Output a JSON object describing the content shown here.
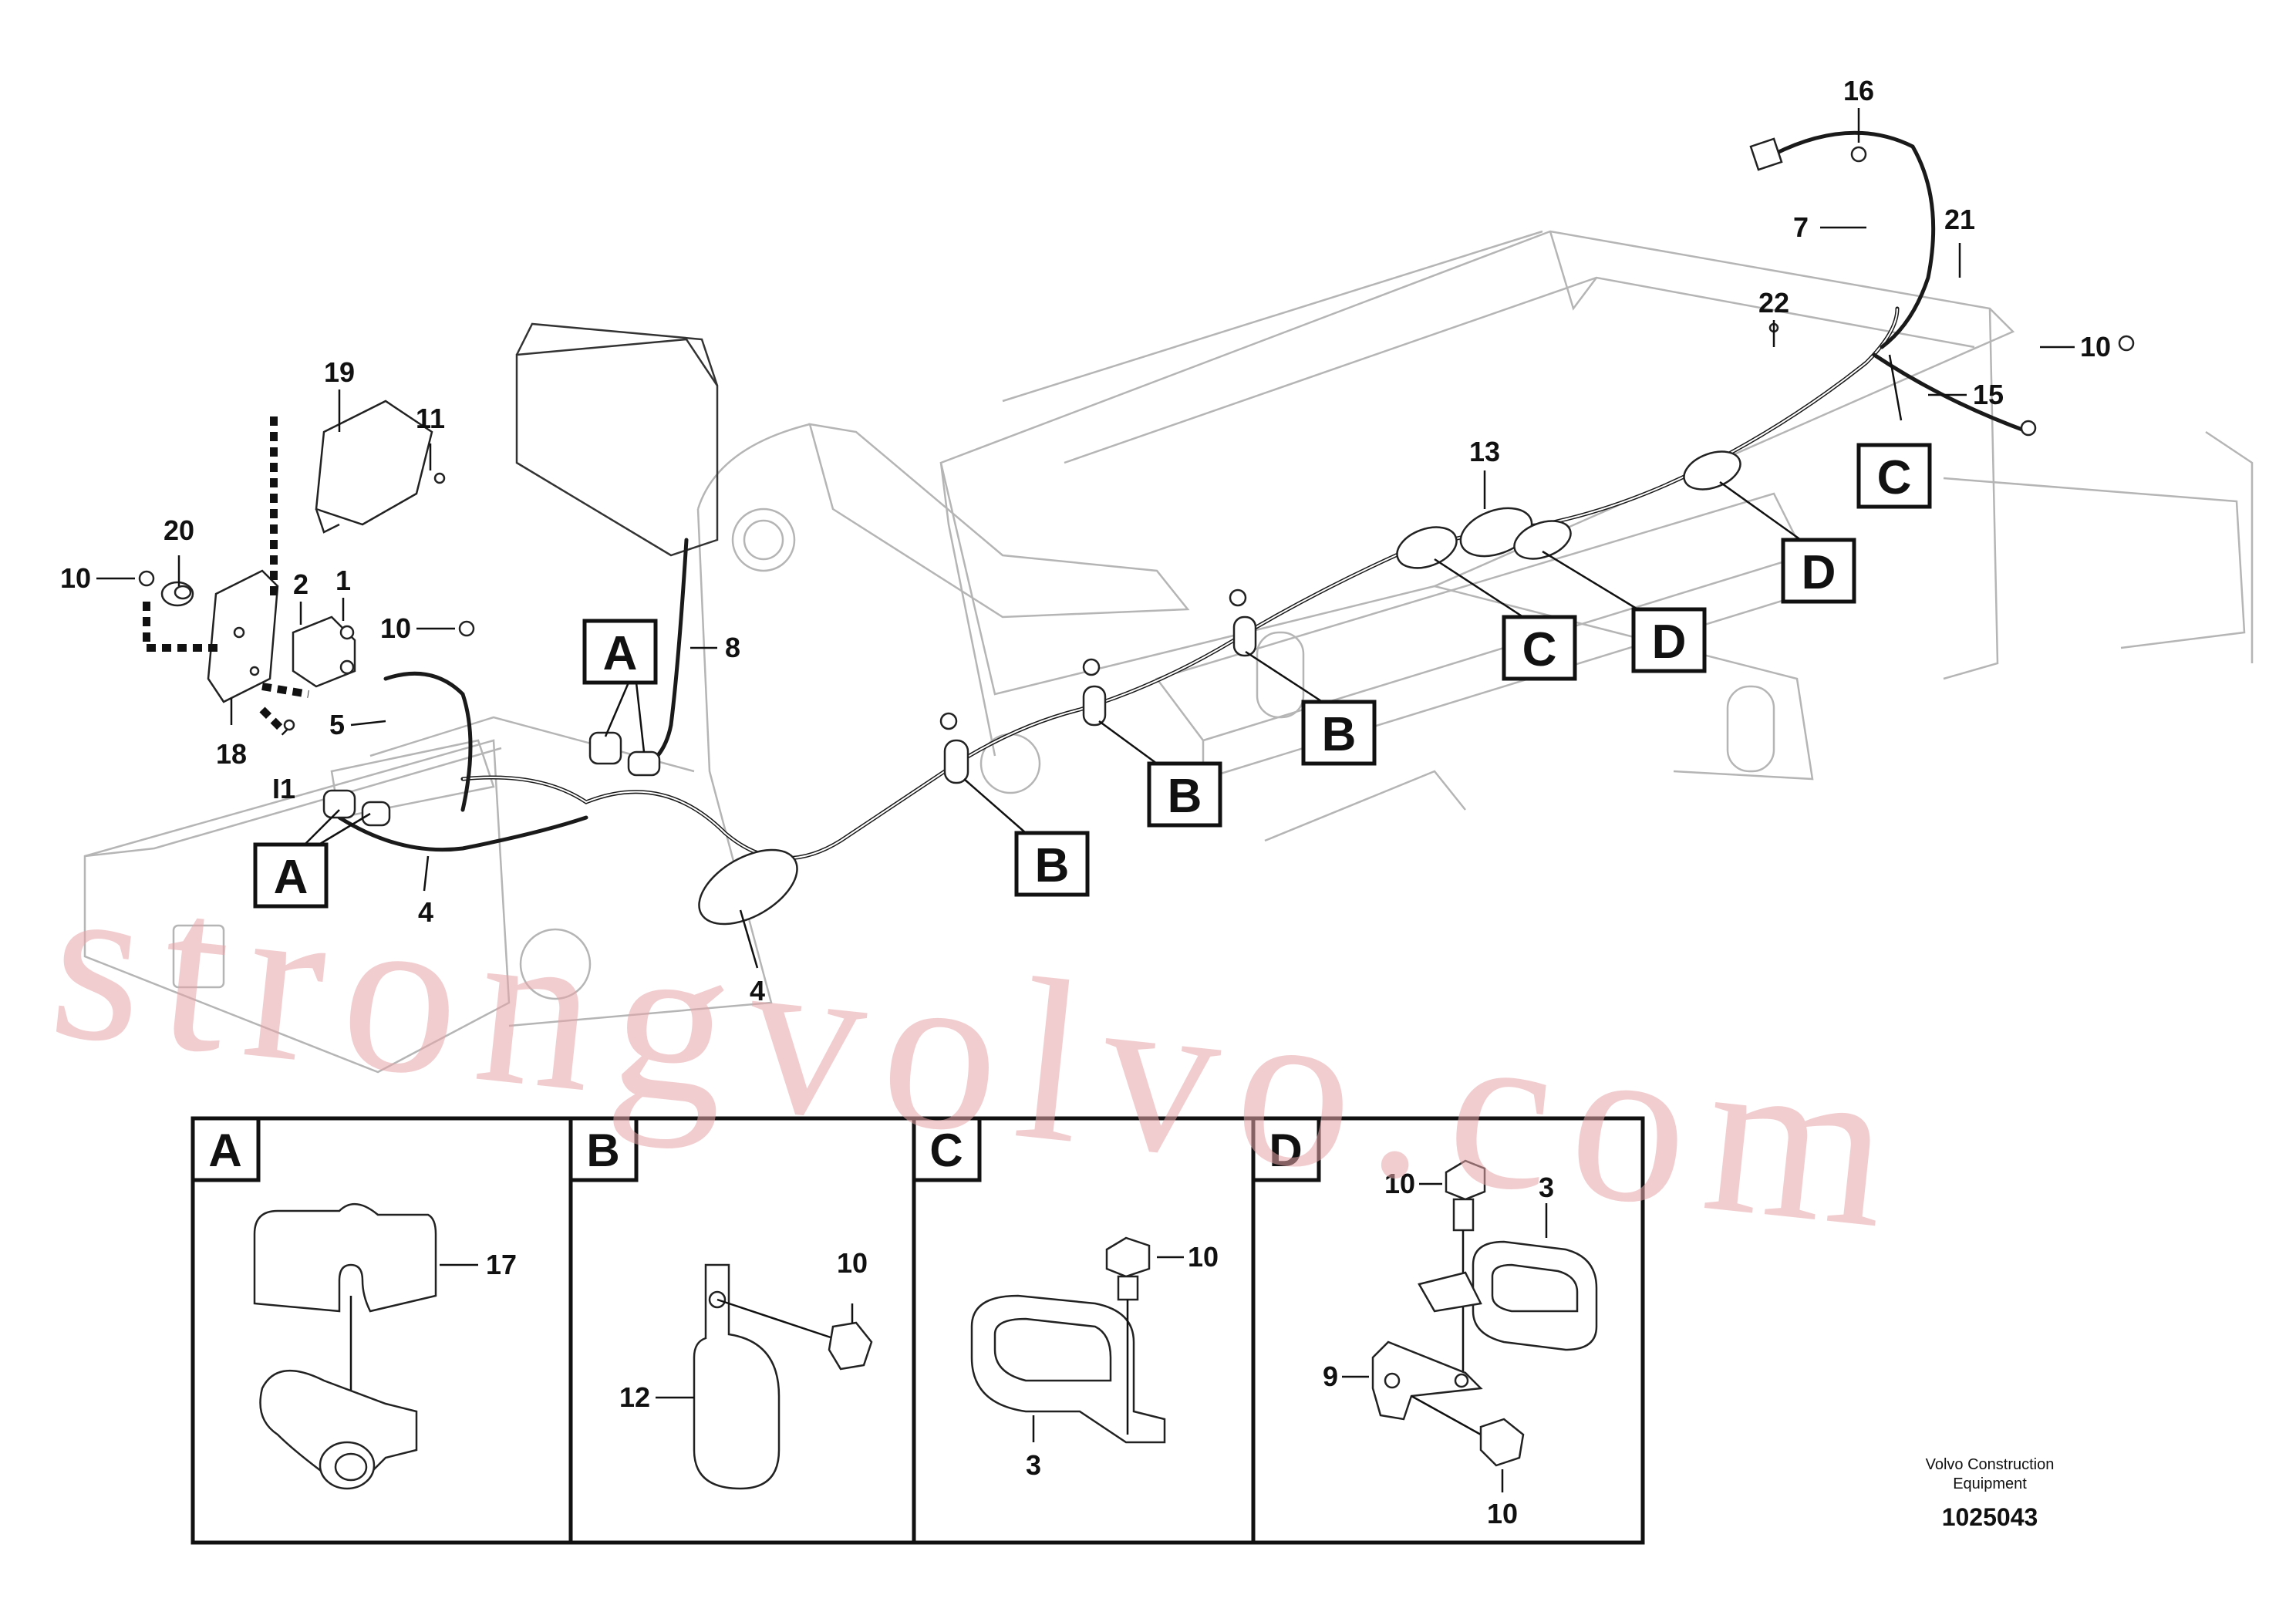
{
  "callouts": {
    "c16": "16",
    "c7": "7",
    "c21": "21",
    "c22": "22",
    "c15": "15",
    "c10_right": "10",
    "c13": "13",
    "c19": "19",
    "c11_top": "11",
    "c20": "20",
    "c10_left": "10",
    "c2": "2",
    "c1": "1",
    "c10_mid": "10",
    "c5": "5",
    "c18": "18",
    "c11_low": "I1",
    "c8": "8",
    "c4_left": "4",
    "c4_mid": "4"
  },
  "view_boxes": {
    "A_top": "A",
    "A_left": "A",
    "B1": "B",
    "B2": "B",
    "B3": "B",
    "C_mid": "C",
    "C_right": "C",
    "D_mid": "D",
    "D_right": "D"
  },
  "details": {
    "A": {
      "header": "A",
      "callouts": [
        "17"
      ]
    },
    "B": {
      "header": "B",
      "callouts": [
        "10",
        "12"
      ]
    },
    "C": {
      "header": "C",
      "callouts": [
        "10",
        "3"
      ]
    },
    "D": {
      "header": "D",
      "callouts": [
        "10",
        "3",
        "9",
        "10"
      ]
    }
  },
  "credit": {
    "line1": "Volvo Construction",
    "line2": "Equipment"
  },
  "document_number": "1025043",
  "watermark": "strongvolvo.com"
}
